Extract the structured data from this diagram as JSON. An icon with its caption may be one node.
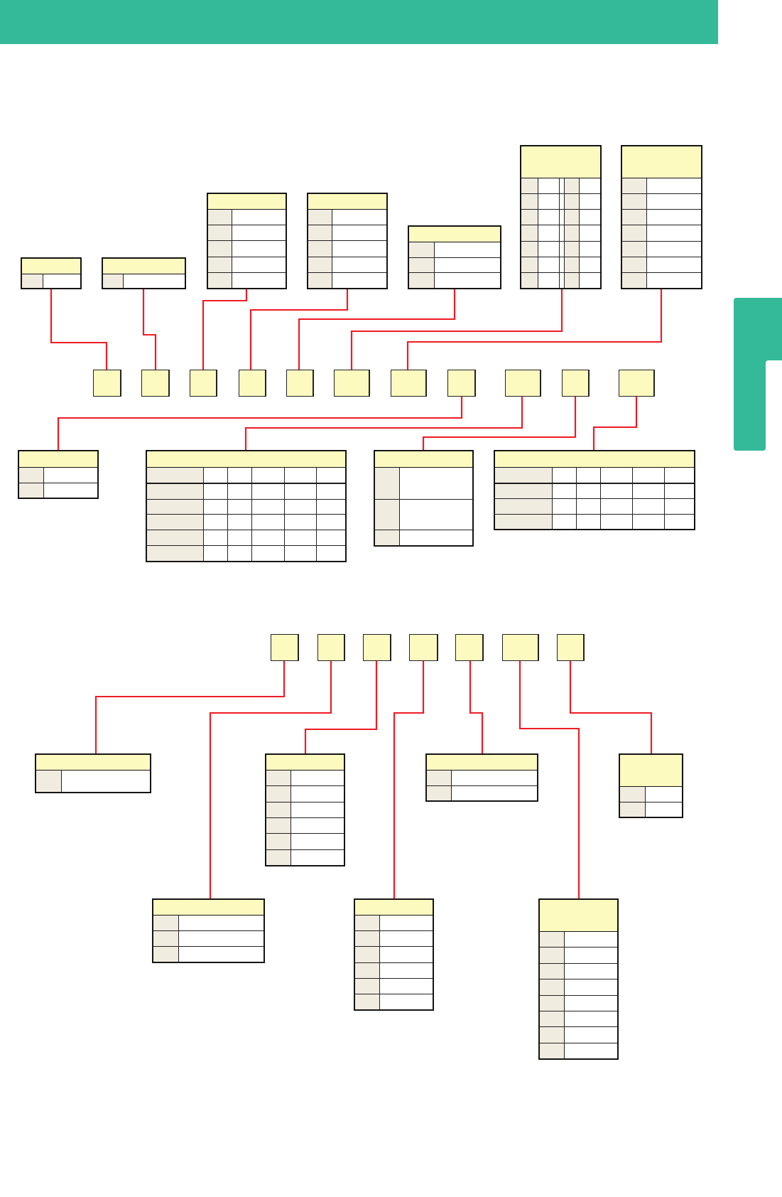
{
  "diagram": {
    "nodes": [
      {
        "text": [],
        "shape": "table"
      },
      {
        "text": [],
        "shape": "table"
      },
      {
        "text": [],
        "shape": "table"
      },
      {
        "text": [],
        "shape": "table"
      },
      {
        "text": [],
        "shape": "table"
      },
      {
        "text": [],
        "shape": "table"
      },
      {
        "text": [],
        "shape": "table"
      },
      {
        "text": [],
        "shape": "box"
      },
      {
        "text": [],
        "shape": "box"
      },
      {
        "text": [],
        "shape": "box"
      },
      {
        "text": [],
        "shape": "box"
      },
      {
        "text": [],
        "shape": "box"
      },
      {
        "text": [],
        "shape": "box"
      },
      {
        "text": [],
        "shape": "box"
      },
      {
        "text": [],
        "shape": "box"
      },
      {
        "text": [],
        "shape": "box"
      },
      {
        "text": [],
        "shape": "box"
      },
      {
        "text": [],
        "shape": "box"
      },
      {
        "text": [],
        "shape": "table"
      },
      {
        "text": [],
        "shape": "table"
      },
      {
        "text": [],
        "shape": "table"
      },
      {
        "text": [],
        "shape": "table"
      },
      {
        "text": [],
        "shape": "box"
      },
      {
        "text": [],
        "shape": "box"
      },
      {
        "text": [],
        "shape": "box"
      },
      {
        "text": [],
        "shape": "box"
      },
      {
        "text": [],
        "shape": "box"
      },
      {
        "text": [],
        "shape": "box"
      },
      {
        "text": [],
        "shape": "box"
      },
      {
        "text": [],
        "shape": "table"
      },
      {
        "text": [],
        "shape": "table"
      },
      {
        "text": [],
        "shape": "table"
      },
      {
        "text": [],
        "shape": "table"
      },
      {
        "text": [],
        "shape": "table"
      },
      {
        "text": [],
        "shape": "table"
      },
      {
        "text": [],
        "shape": "table"
      },
      {
        "text": [],
        "shape": "tab"
      }
    ],
    "edges": [
      {
        "from": 0,
        "to": 7,
        "arrow": "none"
      },
      {
        "from": 1,
        "to": 8,
        "arrow": "none"
      },
      {
        "from": 2,
        "to": 9,
        "arrow": "none"
      },
      {
        "from": 3,
        "to": 10,
        "arrow": "none"
      },
      {
        "from": 4,
        "to": 11,
        "arrow": "none"
      },
      {
        "from": 5,
        "to": 12,
        "arrow": "none"
      },
      {
        "from": 6,
        "to": 13,
        "arrow": "none"
      },
      {
        "from": 14,
        "to": 18,
        "arrow": "none"
      },
      {
        "from": 15,
        "to": 19,
        "arrow": "none"
      },
      {
        "from": 16,
        "to": 20,
        "arrow": "none"
      },
      {
        "from": 17,
        "to": 21,
        "arrow": "none"
      },
      {
        "from": 22,
        "to": 29,
        "arrow": "none"
      },
      {
        "from": 23,
        "to": 33,
        "arrow": "none"
      },
      {
        "from": 24,
        "to": 30,
        "arrow": "none"
      },
      {
        "from": 25,
        "to": 34,
        "arrow": "none"
      },
      {
        "from": 26,
        "to": 31,
        "arrow": "none"
      },
      {
        "from": 27,
        "to": 35,
        "arrow": "none"
      },
      {
        "from": 28,
        "to": 32,
        "arrow": "none"
      }
    ]
  }
}
